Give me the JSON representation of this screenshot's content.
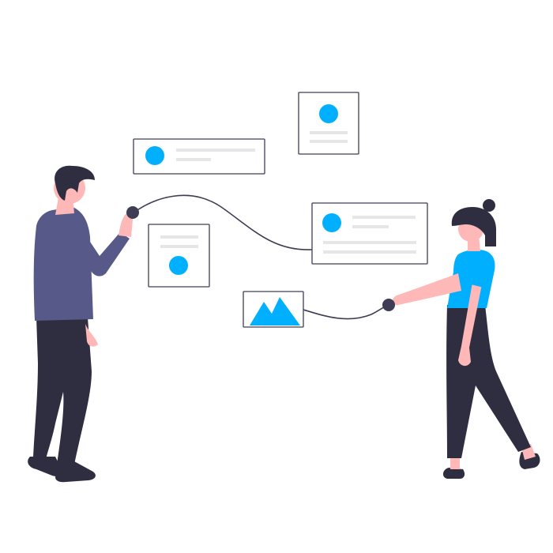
{
  "colors": {
    "accent": "#00b0ff",
    "card_border": "#3f3d56",
    "card_fill": "#ffffff",
    "placeholder_line": "#e6e6e6",
    "connector": "#3f3d56",
    "man_shirt": "#575a89",
    "man_pants": "#2f2e41",
    "hair": "#2f2e41",
    "shoes": "#2f2e41",
    "skin": "#ffb8b8",
    "woman_shirt": "#00b0ff",
    "woman_pants": "#2f2e41"
  },
  "illustration": {
    "people": [
      "man-presenting",
      "woman-pointing"
    ],
    "cards": [
      "profile-card-wide",
      "profile-card-tall-top",
      "profile-card-tall-left",
      "profile-card-large",
      "image-card"
    ],
    "icons": [
      "avatar-circle-icon",
      "mountain-image-icon"
    ]
  }
}
